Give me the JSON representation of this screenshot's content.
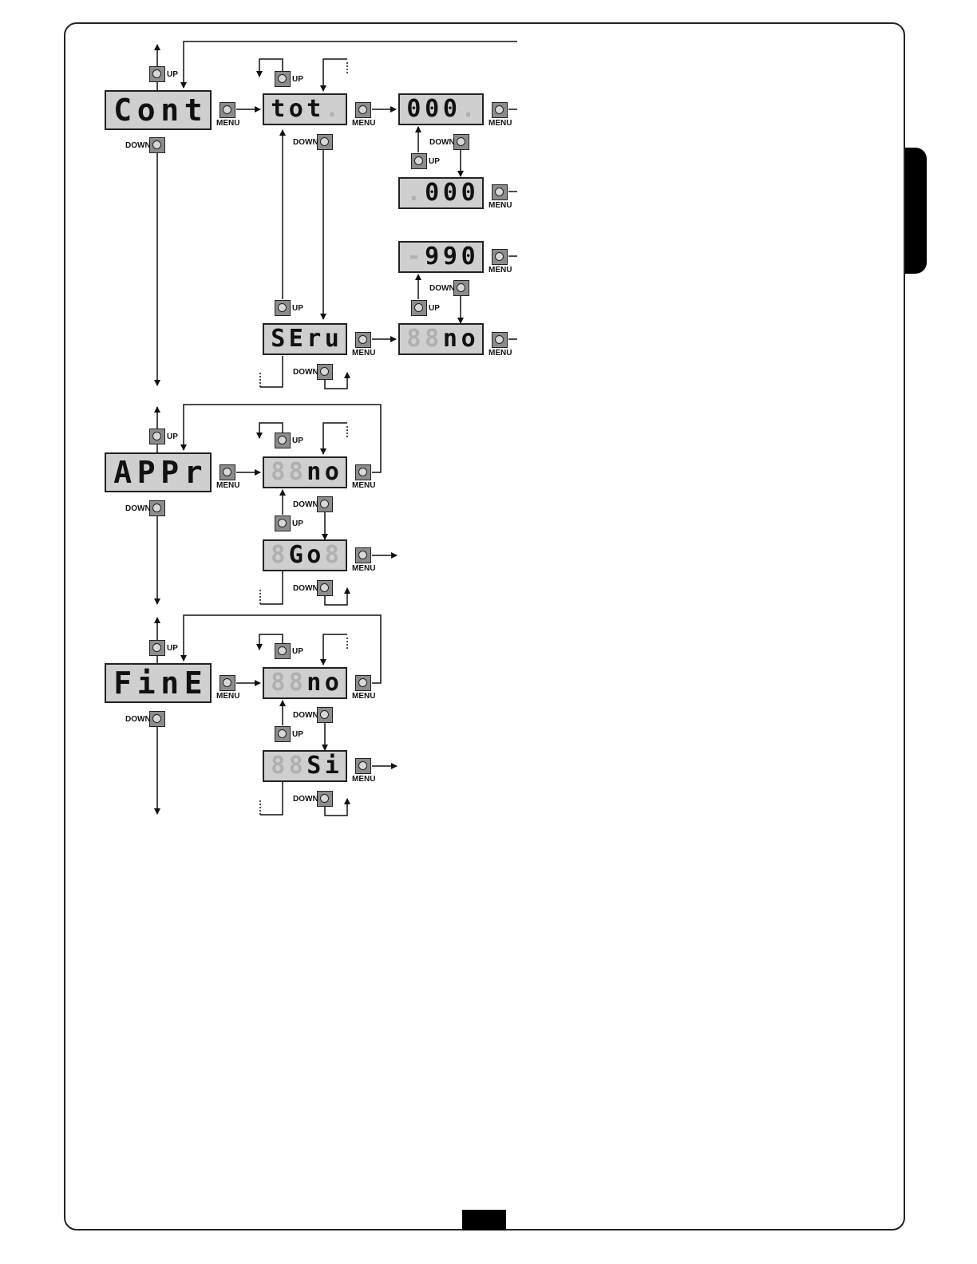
{
  "labels": {
    "up": "UP",
    "down": "DOWN",
    "menu": "MENU"
  },
  "displays": {
    "cont": {
      "digits": [
        "C",
        "o",
        "n",
        "t"
      ],
      "dim": [
        false,
        false,
        false,
        false
      ]
    },
    "tot": {
      "digits": [
        "t",
        "o",
        "t",
        "."
      ],
      "dim": [
        false,
        false,
        false,
        true
      ]
    },
    "count_000": {
      "digits": [
        "0",
        "0",
        "0",
        "."
      ],
      "dim": [
        false,
        false,
        false,
        true
      ]
    },
    "count_0000": {
      "digits": [
        ".",
        "0",
        "0",
        "0"
      ],
      "dim": [
        true,
        false,
        false,
        false
      ]
    },
    "count_990": {
      "digits": [
        "-",
        "9",
        "9",
        "0"
      ],
      "dim": [
        true,
        false,
        false,
        false
      ]
    },
    "serv": {
      "digits": [
        "S",
        "E",
        "r",
        "u"
      ],
      "dim": [
        false,
        false,
        false,
        false
      ]
    },
    "serv_no": {
      "digits": [
        "8",
        "8",
        "n",
        "o"
      ],
      "dim": [
        true,
        true,
        false,
        false
      ]
    },
    "appr": {
      "digits": [
        "A",
        "P",
        "P",
        "r"
      ],
      "dim": [
        false,
        false,
        false,
        false
      ]
    },
    "appr_no": {
      "digits": [
        "8",
        "8",
        "n",
        "o"
      ],
      "dim": [
        true,
        true,
        false,
        false
      ]
    },
    "appr_go": {
      "digits": [
        "8",
        "G",
        "o",
        "8"
      ],
      "dim": [
        true,
        false,
        false,
        true
      ]
    },
    "fine": {
      "digits": [
        "F",
        "i",
        "n",
        "E"
      ],
      "dim": [
        false,
        false,
        false,
        false
      ]
    },
    "fine_no": {
      "digits": [
        "8",
        "8",
        "n",
        "o"
      ],
      "dim": [
        true,
        true,
        false,
        false
      ]
    },
    "fine_si": {
      "digits": [
        "8",
        "8",
        "S",
        "i"
      ],
      "dim": [
        true,
        true,
        false,
        false
      ]
    }
  }
}
